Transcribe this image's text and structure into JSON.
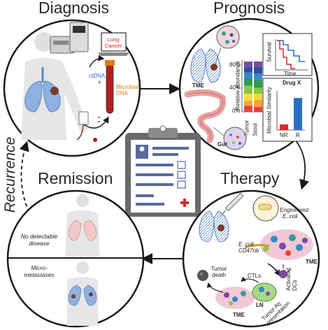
{
  "titles": {
    "diagnosis": "Diagnosis",
    "prognosis": "Prognosis",
    "remission": "Remission",
    "therapy": "Therapy",
    "recurrence": "Recurrence"
  },
  "diagnosis": {
    "screen_text": "Lung Cancer",
    "ctdna": "ctDNA",
    "plus": "+",
    "microbial_dna": "Microbial DNA"
  },
  "prognosis": {
    "tme": "TME",
    "gut": "Gut",
    "relative_abundance": "Relative abundance",
    "ticks": [
      "80%",
      "40%",
      "0%"
    ],
    "x_labels": [
      "Tumor",
      "Stool"
    ],
    "survival": "Survival",
    "time": "Time",
    "drug": "Drug X",
    "microbial_similarity": "Microbial Similarity",
    "bar_labels": [
      "NR",
      "R"
    ]
  },
  "remission": {
    "no_disease": "No detectable disease",
    "micrometastases": "Micro-metastases"
  },
  "therapy": {
    "engineered": "Engineered",
    "ecoli": "E. coli",
    "ecoli_cd47": "E. coli CD47nb",
    "tme_top": "TME",
    "tumor_death": "Tumor death",
    "ctls": "CTLs",
    "activated_dcs": "Activated DCs",
    "ln": "LN",
    "tumor_ag": "Tumor Ag presentation",
    "tme_bottom": "TME"
  },
  "colors": {
    "circle": "#1a1a1a",
    "arrow": "#1a1a1a",
    "lung": "#7aa0d8",
    "blood": "#b02020",
    "tumor": "#7a3b2a",
    "clipboard": "#6a6a6a",
    "stacked": [
      "#e8423a",
      "#f3a33a",
      "#f0dd3a",
      "#8cc63f",
      "#2e9c5a",
      "#3a88c9",
      "#2e4f9e",
      "#7b4aa0"
    ],
    "km_blue": "#2b6fc4",
    "km_red": "#d92a2a"
  },
  "chart_data": {
    "type": "bar",
    "title": "Drug X",
    "ylabel": "Microbial Similarity",
    "categories": [
      "NR",
      "R"
    ],
    "values": [
      0.15,
      0.85
    ],
    "ylim": [
      0,
      1
    ]
  }
}
